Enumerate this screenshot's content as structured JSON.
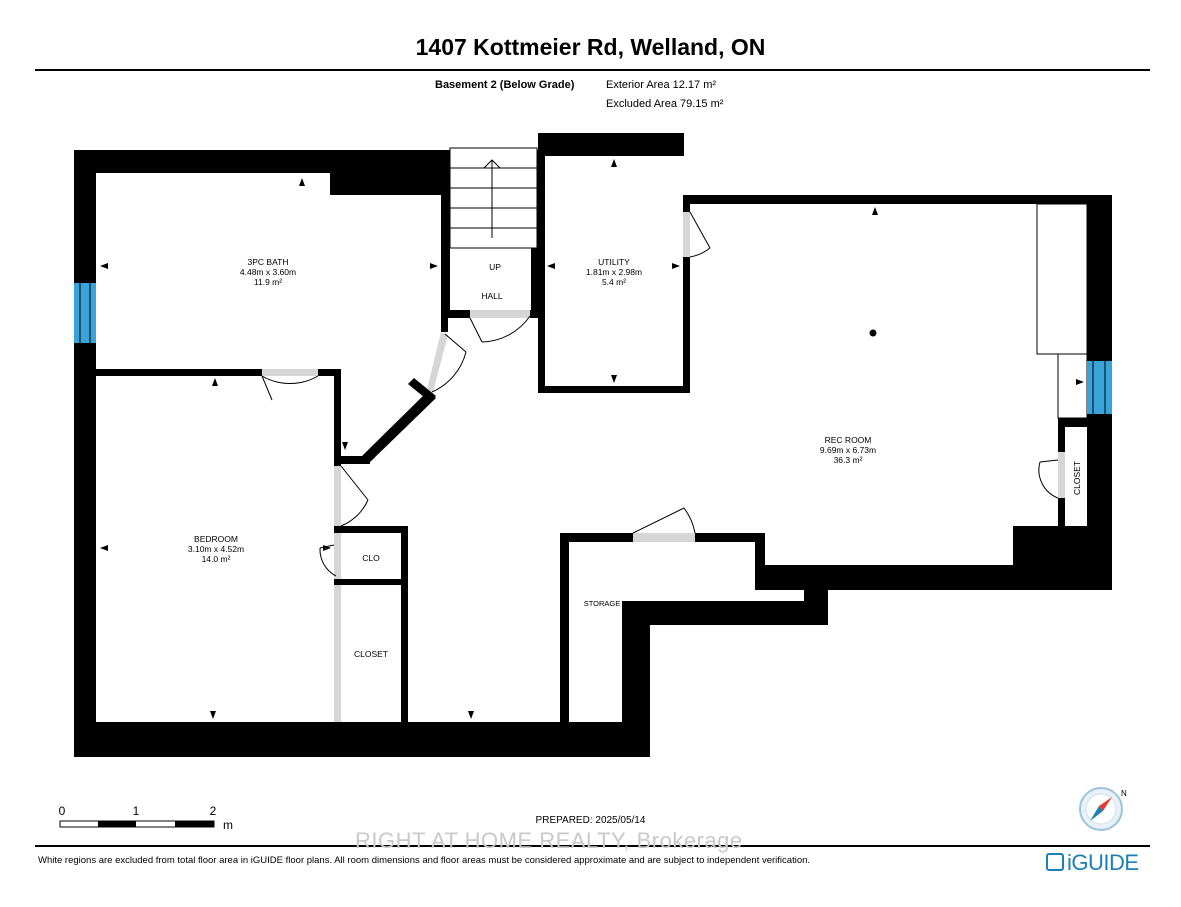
{
  "header": {
    "title": "1407 Kottmeier Rd, Welland, ON",
    "level_name": "Basement 2 (Below Grade)",
    "exterior_area": "Exterior Area 12.17 m²",
    "excluded_area": "Excluded Area 79.15 m²"
  },
  "rooms": {
    "bath": {
      "name": "3PC BATH",
      "dims": "4.48m x 3.60m",
      "area": "11.9 m²"
    },
    "utility": {
      "name": "UTILITY",
      "dims": "1.81m x 2.98m",
      "area": "5.4 m²"
    },
    "rec": {
      "name": "REC ROOM",
      "dims": "9.69m x 6.73m",
      "area": "36.3 m²"
    },
    "bedroom": {
      "name": "BEDROOM",
      "dims": "3.10m x 4.52m",
      "area": "14.0 m²"
    },
    "up": "UP",
    "hall": "HALL",
    "clo": "CLO",
    "closet_left": "CLOSET",
    "closet_right": "CLOSET",
    "storage": "STORAGE"
  },
  "scale_bar": {
    "ticks": [
      "0",
      "1",
      "2"
    ],
    "unit": "m"
  },
  "prepared": "PREPARED: 2025/05/14",
  "watermark": "RIGHT AT HOME REALTY, Brokerage",
  "footer_note": "White regions are excluded from total floor area in iGUIDE floor plans. All room dimensions and floor areas must be considered approximate and are subject to independent verification.",
  "compass": {
    "label": "N"
  },
  "brand": {
    "logo_text": "iGUIDE",
    "color": "#1b7fb8"
  },
  "colors": {
    "wall": "#000000",
    "window": "#3aa3d9",
    "door": "#d6d6d6"
  }
}
